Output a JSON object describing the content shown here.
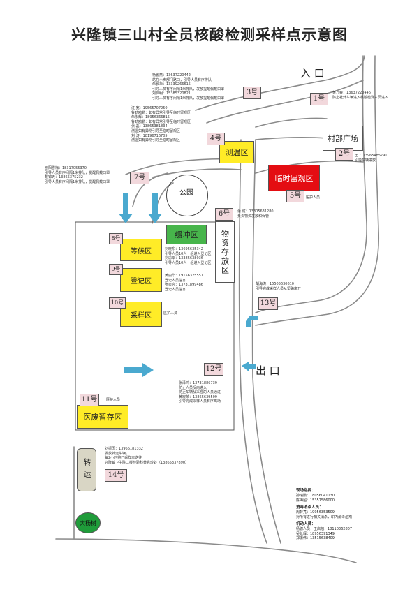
{
  "title": "兴隆镇三山村全员核酸检测采样点示意图",
  "signs": {
    "entrance": "入 口",
    "exit": "出 口",
    "park": "公园",
    "village_square": "村部广场",
    "supplies": "物资存放区"
  },
  "zones": {
    "temp_check": "测温区",
    "temp_holding": "临时留观区",
    "buffer": "缓冲区",
    "waiting": "等候区",
    "register": "登记区",
    "sampling": "采样区",
    "medical_waste": "医废暂存区",
    "transfer": "转运",
    "tree": "大杨树"
  },
  "points": [
    "1号",
    "2号",
    "3号",
    "4号",
    "5号",
    "6号",
    "7号",
    "8号",
    "9号",
    "10号",
    "11号",
    "12号",
    "13号",
    "14号"
  ],
  "notes": {
    "p1": [
      "黄万春：13637220446",
      "防止社外车辆进入核酸检测人员进入"
    ],
    "p2": [
      "王  ：13965485791",
      "引导车辆停放"
    ],
    "p3": [
      "杨雀燕：13637220442",
      "站在小卖部门路口，引导人员有序排队",
      "朱长华：13339266615",
      "引导人员有序间隔1米排队，发放提醒佩戴口罩",
      "刘启明：15385320821",
      "引导人员有序间隔1米排队，发放提醒佩戴口罩"
    ],
    "p4": [
      "汪  宽：19565707250",
      "鲁劲鸥鹏：如有异常引导至临时留观区",
      "朱永辉：18956366815",
      "鲁劲鸥鹏：如有异常引导至临时留观区",
      "张  磊：13865381834",
      "测温如有异常引导至临时留观区",
      "刘  涛：18196716705",
      "测温如有异常引导至临时留观区"
    ],
    "p5": [
      "医护人员"
    ],
    "p6": [
      "余  成：13305631280",
      "负责物资发放和保管"
    ],
    "p7": [
      "欧阳雪梅：18317055370",
      "引导人员有序间隔1米排队，提醒佩戴口罩",
      "戴锦天：13865375232",
      "引导人员有序间隔1米排队，提醒佩戴口罩"
    ],
    "p8": [
      "刘晓东：13695635342",
      "引导人员10人一组进入登记区",
      "刘思华：13385638036",
      "引导人员10人一组进入登记区"
    ],
    "p9": [
      "黄丽华：19156325551",
      "登记人员信息",
      "张泉亮：13731899486",
      "登记人员信息"
    ],
    "p10": [
      "医护人员"
    ],
    "p11": [
      "医护人员"
    ],
    "p12": [
      "张泽鸿：13731886739",
      "防止人员反向进入",
      "防止车辆及采检的人员通过",
      "黄宏荣：13865639509",
      "引导完成采样人员有序离场"
    ],
    "p13": [
      "胡海涛：15505630610",
      "引导完成采样人员从坚路离开"
    ],
    "p14": [
      "刘振国：13966181332",
      "发放转运车辆，",
      "每2小时将已采样本送往",
      "兴隆镇卫生院二楼检验科黄秀玲处（13865337890）"
    ]
  },
  "legend": {
    "headers": [
      "现场指挥：",
      "消毒消杀人员：",
      "机动人员："
    ],
    "command": [
      "孙瑞鹏：18056041130",
      "陈海超：15357586000"
    ],
    "disinfect": [
      "周背亮：19956353509",
      "对所有进行相关消杀，职内消毒溶剂"
    ],
    "mobile": [
      "杨德人员：王启旭：18110362807",
      "吴长辉：18956391349",
      "郑振伟：13515638409"
    ]
  },
  "colors": {
    "road": "#8a8a8a",
    "yellow": "#ffec27",
    "red": "#e40d12",
    "green": "#47b54b",
    "num_bg": "#f2d8dc",
    "arrow": "#4aa9cf",
    "tree": "#1f9c3a",
    "transfer": "#d9d6c5"
  }
}
